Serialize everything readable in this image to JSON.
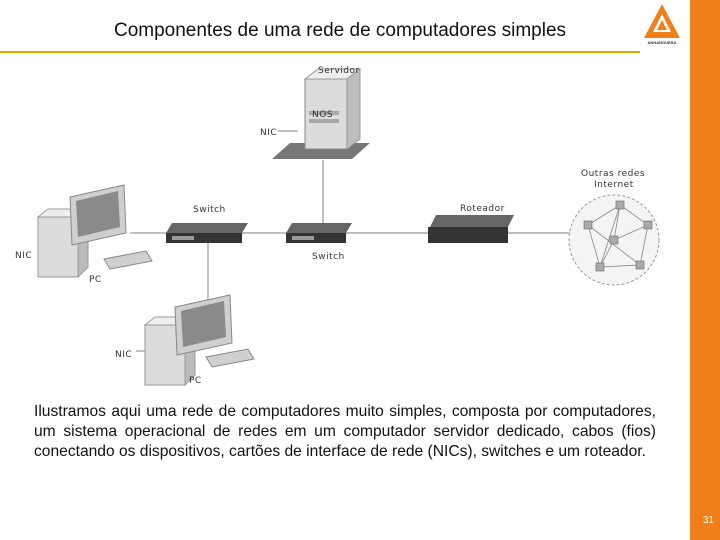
{
  "header": {
    "title": "Componentes de uma rede de computadores simples",
    "logo_text": "ANHANGUERA",
    "accent_color": "#f07f1a",
    "rule_color": "#e8a200"
  },
  "diagram": {
    "server_label": "Servidor",
    "nos_label": "NOS",
    "nic_server_label": "NIC",
    "switch_left_label": "Switch",
    "switch_center_label": "Switch",
    "router_label": "Roteador",
    "internet_label_line1": "Outras redes",
    "internet_label_line2": "Internet",
    "pc_top_nic_label": "NIC",
    "pc_top_label": "PC",
    "pc_bottom_nic_label": "NIC",
    "pc_bottom_label": "PC"
  },
  "body": {
    "paragraph": "Ilustramos aqui uma rede de computadores muito simples, composta por computadores, um sistema operacional de redes em um computador servidor dedicado, cabos (fios) conectando os dispositivos, cartões de interface de rede (NICs), switches e um roteador."
  },
  "footer": {
    "page_number": "31"
  }
}
